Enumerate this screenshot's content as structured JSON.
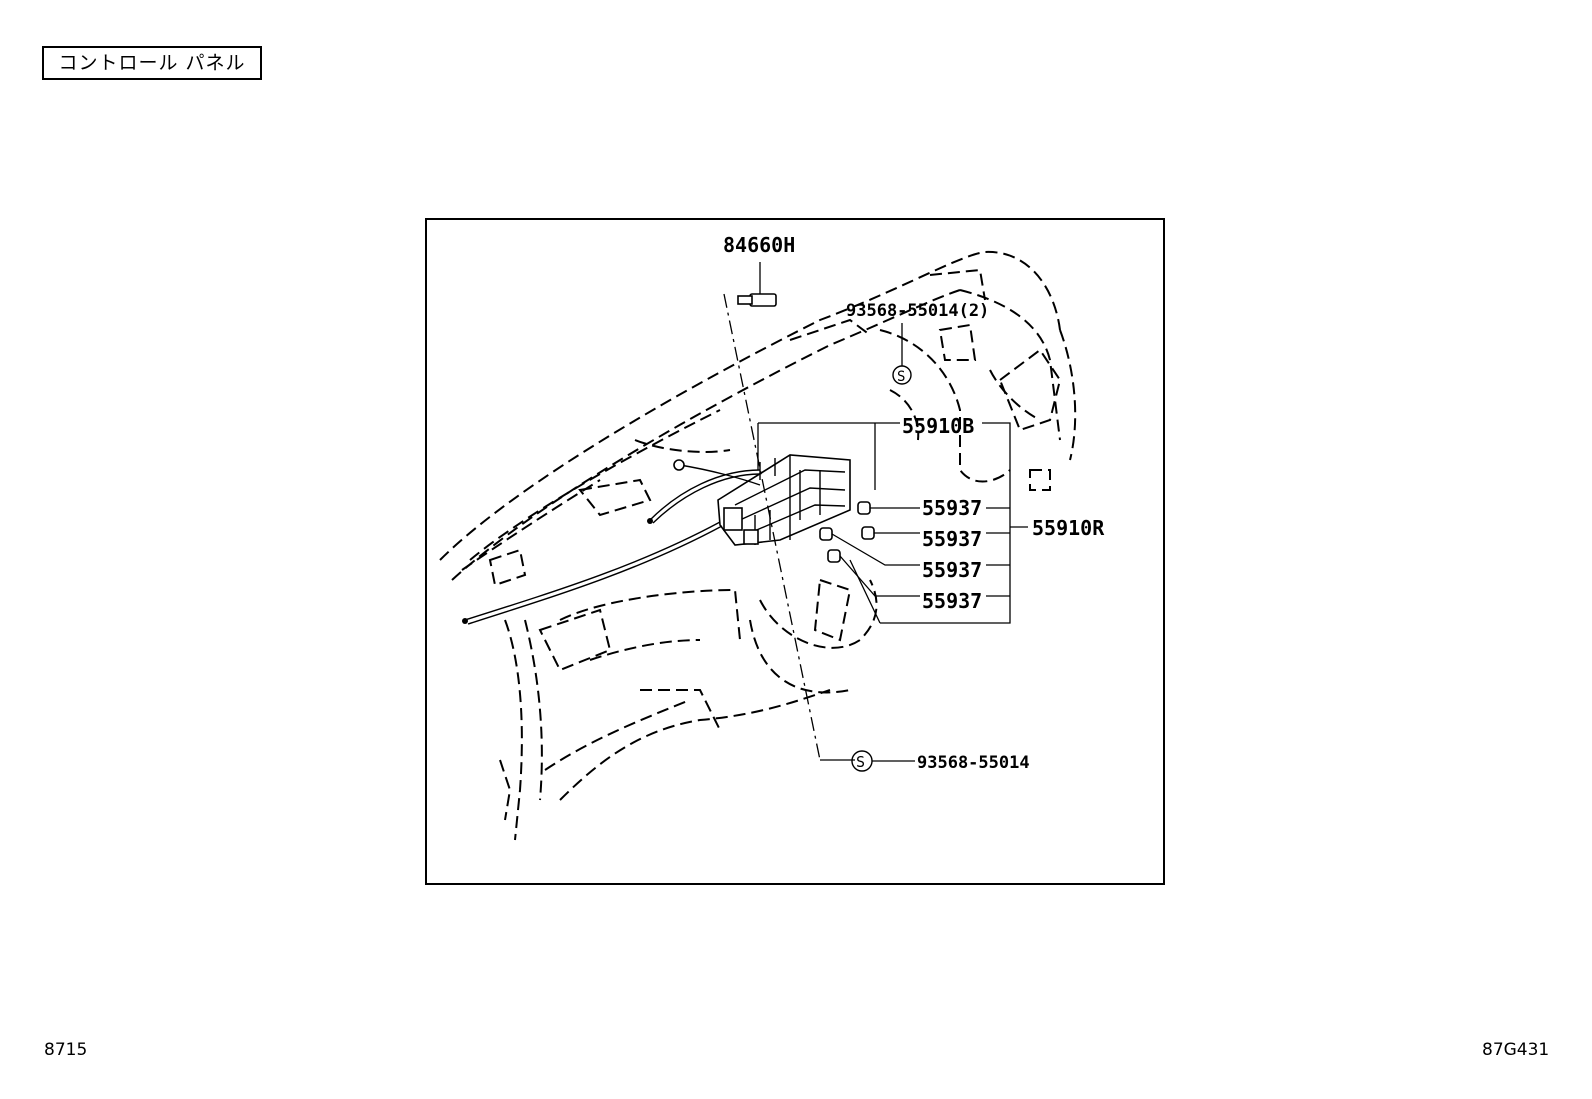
{
  "title": "コントロール パネル",
  "page_number_left": "8715",
  "figure_code": "87G431",
  "callouts": {
    "p84660H": "84660H",
    "p93568_top": "93568-55014(2)",
    "p55910B": "55910B",
    "p55937_1": "55937",
    "p55937_2": "55937",
    "p55937_3": "55937",
    "p55937_4": "55937",
    "p55910R": "55910R",
    "p93568_bottom": "93568-55014",
    "s_symbol_top": "S",
    "s_symbol_bottom": "S"
  }
}
